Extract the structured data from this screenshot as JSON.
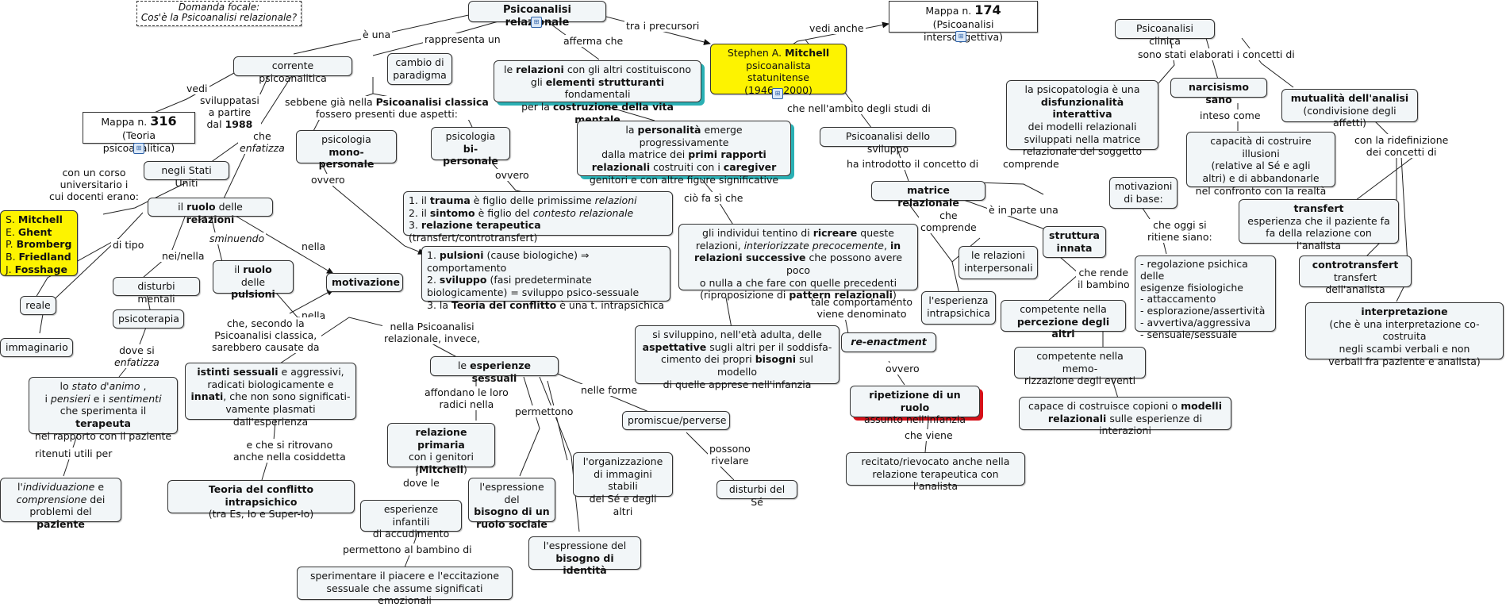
{
  "focus": {
    "line1": "Domanda focale:",
    "line2": "Cos'è la Psicoanalisi relazionale?"
  },
  "root": "Psicoanalisi relazionale",
  "map174": {
    "prefix": "Mappa n.",
    "number": "174",
    "sub": "(Psicoanalisi intersoggettiva)"
  },
  "map316": {
    "prefix": "Mappa n.",
    "number": "316",
    "sub": "(Teoria psicoanalitica)"
  },
  "mitchell": {
    "l1": "Stephen A.",
    "name": "Mitchell",
    "l2": "psicoanalista statunitense",
    "l3": "(1946 - 2000)"
  },
  "labels": {
    "e_una": "è una",
    "rappresenta_un": "rappresenta un",
    "afferma_che": "afferma che",
    "tra_i_precursori": "tra i precursori",
    "vedi_anche": "vedi anche",
    "vedi": "vedi",
    "sviluppatasi": [
      "sviluppatasi",
      "a partire",
      "dal"
    ],
    "anno": "1988",
    "che": "che",
    "enfatizza": "enfatizza",
    "corso": [
      "con un corso",
      "universitario i",
      "cui docenti erano:"
    ],
    "sebbene": "sebbene già nella",
    "psicoanalisi_classica": "Psicoanalisi classica",
    "fossero": "fossero presenti due aspetti:",
    "ovvero": "ovvero",
    "ovvero2": "ovvero",
    "ovvero3": "ovvero",
    "cio_fa_si_che": "ciò fa sì che",
    "ambito_studi": "che nell'ambito degli studi di",
    "ha_introdotto": "ha introdotto il concetto di",
    "comprende": "comprende",
    "che_comprende": [
      "che",
      "comprende"
    ],
    "e_in_parte": "è in parte una",
    "che_oggi": [
      "che oggi si",
      "ritiene siano:"
    ],
    "che_rende": [
      "che rende",
      "il bambino"
    ],
    "tale_comportamento": [
      "tale comportamento",
      "viene denominato"
    ],
    "che_viene": "che viene",
    "sono_stati": "sono stati elaborati i concetti di",
    "inteso_come": "inteso come",
    "ridefinizione": [
      "con la ridefinizione",
      "dei concetti di"
    ],
    "di_tipo": "di tipo",
    "nei_nella": "nei/nella",
    "sminuendo": "sminuendo",
    "nella": "nella",
    "nella2": "nella",
    "che_secondo": [
      "che, secondo la",
      "Psicoanalisi classica,",
      "sarebbero causate da"
    ],
    "nella_psicoanalisi": [
      "nella Psicoanalisi",
      "relazionale, invece,"
    ],
    "dove_si": "dove si",
    "enfatizza2": "enfatizza",
    "ritenuti_utili": "ritenuti utili per",
    "e_che_si": [
      "e che si ritrovano",
      "anche nella cosiddetta"
    ],
    "affondano": [
      "affondano le loro",
      "radici nella"
    ],
    "permettono": "permettono",
    "nelle_forme": "nelle forme",
    "possono": [
      "possono",
      "rivelare"
    ],
    "dove_le": "dove le",
    "permettono_bambino": "permettono al bambino di"
  },
  "nodes": {
    "corrente": "corrente psicoanalitica",
    "cambio": [
      "cambio di",
      "paradigma"
    ],
    "relazioni_box": [
      "le",
      "relazioni",
      "con gli altri costituiscono",
      "gli",
      "elementi strutturanti",
      "fondamentali",
      "per la",
      "costruzione della vita mentale"
    ],
    "personalita": [
      "la",
      "personalità",
      "emerge progressivamente",
      "dalla matrice dei",
      "primi rapporti",
      "relazionali",
      "costruiti con i",
      "caregiver",
      "genitori e con altre figure significative"
    ],
    "stati_uniti": "negli Stati Uniti",
    "docenti": [
      {
        "i": "S.",
        "n": "Mitchell"
      },
      {
        "i": "E.",
        "n": "Ghent"
      },
      {
        "i": "P.",
        "n": "Bromberg"
      },
      {
        "i": "B.",
        "n": "Friedland"
      },
      {
        "i": "J.",
        "n": "Fosshage"
      }
    ],
    "mono": [
      "psicologia",
      "mono-personale"
    ],
    "bi": [
      "psicologia",
      "bi-personale"
    ],
    "trauma_list": [
      {
        "n": "1.",
        "b": "trauma",
        "t": " è figlio delle primissime ",
        "i": "relazioni"
      },
      {
        "n": "2.",
        "b": "sintomo",
        "t": " è figlio del ",
        "i": "contesto relazionale"
      },
      {
        "n": "3.",
        "b": "relazione terapeutica",
        "t": " (transfert/controtransfert)",
        "i": ""
      }
    ],
    "pulsioni_list": [
      [
        "1.",
        "pulsioni",
        "(cause biologiche) ⇒ comportamento"
      ],
      [
        "2.",
        "sviluppo",
        "(fasi predeterminate"
      ],
      [
        "",
        "",
        "biologicamente) = sviluppo psico-sessuale"
      ],
      [
        "3. la",
        "Teoria del conflitto",
        "è una t. intrapsichica"
      ]
    ],
    "ruolo_relazioni": [
      "il",
      "ruolo",
      "delle",
      "relazioni"
    ],
    "ruolo_pulsioni": [
      "il",
      "ruolo",
      "delle",
      "pulsioni"
    ],
    "motivazione": "motivazione",
    "disturbi_mentali": "disturbi mentali",
    "psicoterapia": "psicoterapia",
    "reale": "reale",
    "immaginario": "immaginario",
    "stato_animo": [
      "lo",
      "stato d'animo",
      ",",
      "i",
      "pensieri",
      "e i",
      "sentimenti",
      "che sperimenta il",
      "terapeuta",
      "nel rapporto con il paziente"
    ],
    "individuazione": [
      "l'",
      "individuazione",
      "e",
      "comprensione",
      "dei",
      "problemi del",
      "paziente"
    ],
    "istinti": [
      "istinti sessuali",
      "e aggressivi,",
      "radicati biologicamente e",
      "innati",
      ", che non sono significati-",
      "vamente plasmati dall'esperienza"
    ],
    "teoria_conflitto": [
      "Teoria del conflitto intrapsichico",
      "(tra Es, Io e Super-Io)"
    ],
    "esperienze_sessuali": [
      "le",
      "esperienze sessuali"
    ],
    "relazione_primaria": [
      "relazione primaria",
      "con i genitori",
      "(",
      "Mitchell",
      ")"
    ],
    "esperienze_infantili": [
      "esperienze infantili",
      "di accudimento"
    ],
    "sperimentare": [
      "sperimentare il piacere e l'eccitazione",
      "sessuale che assume significati emozionali"
    ],
    "bisogno_sociale": [
      "l'espressione del",
      "bisogno di un",
      "ruolo sociale"
    ],
    "bisogno_identita": [
      "l'espressione del",
      "bisogno di identità"
    ],
    "organizzazione": [
      "l'organizzazione",
      "di immagini stabili",
      "del Sé e degli altri"
    ],
    "promiscue": "promiscue/perverse",
    "disturbi_se": "disturbi del Sé",
    "individui": [
      "gli individui tentino di",
      "ricreare",
      "queste",
      "relazioni,",
      "interiorizzate precocemente",
      ",",
      "in",
      "relazioni successive",
      "che possono avere poco",
      "o nulla a che fare con quelle precedenti",
      "(riproposizione di",
      "pattern relazionali",
      ")"
    ],
    "sviluppino": [
      "si sviluppino, nell'età adulta, delle",
      "aspettative",
      "sugli altri per il soddisfa-",
      "cimento dei propri",
      "bisogni",
      "sul modello",
      "di quelle apprese nell'infanzia"
    ],
    "reenactment": "re-enactment",
    "ripetizione": [
      "ripetizione di un ruolo",
      "assunto nell'infanzia"
    ],
    "recitato": [
      "recitato/rievocato anche nella",
      "relazione terapeutica con l'analista"
    ],
    "sviluppo": "Psicoanalisi dello sviluppo",
    "matrice": "matrice relazionale",
    "relazioni_interpersonali": [
      "le relazioni",
      "interpersonali"
    ],
    "esperienza_intrapsichica": [
      "l'esperienza",
      "intrapsichica"
    ],
    "struttura_innata": [
      "struttura",
      "innata"
    ],
    "motivazioni_base": [
      "motivazioni",
      "di base:"
    ],
    "regolazione": [
      "- regolazione psichica delle",
      "esigenze fisiologiche",
      "- attaccamento",
      "- esplorazione/assertività",
      "- avvertiva/aggressiva",
      "- sensuale/sessuale"
    ],
    "competente_percezione": [
      "competente nella",
      "percezione degli altri"
    ],
    "competente_memo": [
      "competente nella memo-",
      "rizzazione degli eventi"
    ],
    "copioni": [
      "capace di costruisce copioni o",
      "modelli",
      "relazionali",
      "sulle esperienze di interazioni"
    ],
    "clinica": "Psicoanalisi clinica",
    "psicopatologia": [
      "la psicopatologia è una",
      "disfunzionalità interattiva",
      "dei modelli relazionali",
      "sviluppati nella matrice",
      "relazionale del soggetto"
    ],
    "narcisismo": "narcisismo sano",
    "capacita": [
      "capacità di costruire illusioni",
      "(relative al Sé e agli",
      "altri) e di abbandonarle",
      "nel confronto con la realtà"
    ],
    "mutualita": [
      "mutualità dell'analisi",
      "(condivisione degli affetti)"
    ],
    "transfert": [
      "transfert",
      "esperienza che il paziente fa",
      "fa della relazione con l'analista"
    ],
    "controtransfert": [
      "controtransfert",
      "transfert dell'analista"
    ],
    "interpretazione": [
      "interpretazione",
      "(che è una interpretazione co-costruita",
      "negli scambi verbali e non",
      "verbali fra paziente e analista)"
    ]
  }
}
